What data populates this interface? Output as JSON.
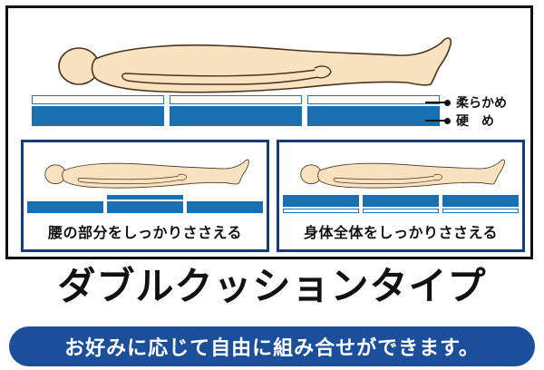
{
  "legend": {
    "soft_label": "柔らかめ",
    "hard_label": "硬　め"
  },
  "panels": [
    {
      "caption": "腰の部分をしっかりささえる"
    },
    {
      "caption": "身体全体をしっかりささえる"
    }
  ],
  "headline": "ダブルクッションタイプ",
  "banner": "お好みに応じて自由に組み合せができます。",
  "colors": {
    "skin": "#f8e2c0",
    "outline": "#4a3420",
    "soft_layer": "#ffffff",
    "hard_layer": "#1a6fb0",
    "frame_blue": "#173c7a",
    "banner_blue": "#1b4f9c"
  }
}
